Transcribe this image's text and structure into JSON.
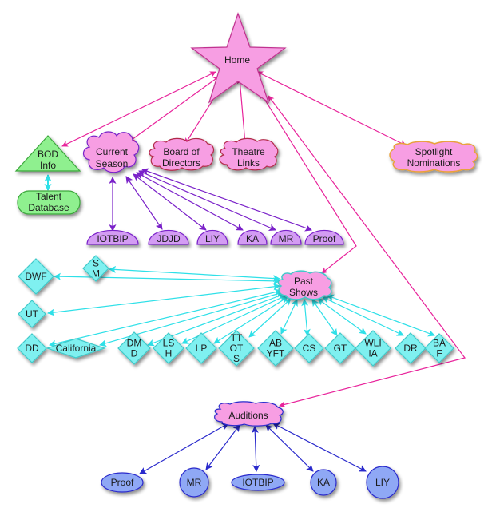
{
  "colors": {
    "pink_fill": "#f79ee3",
    "pink_stroke": "#d0339e",
    "magenta_edge": "#e8239b",
    "green_fill": "#8ff08f",
    "green_stroke": "#3aa63a",
    "purple_fill": "#d39cf3",
    "purple_stroke": "#7a21c9",
    "purple_edge": "#7a21c9",
    "cyan_fill": "#7ff0f0",
    "cyan_stroke": "#3fc9c9",
    "cyan_edge": "#2fe0e8",
    "blue_fill": "#8fa8f5",
    "blue_stroke": "#2a2acc",
    "blue_edge": "#2a2acc",
    "orange_stroke": "#e8a13a",
    "dark_red_stroke": "#b22b4a"
  },
  "nodes": {
    "home": {
      "label": [
        "Home"
      ]
    },
    "bod_info": {
      "label": [
        "BOD",
        "Info"
      ]
    },
    "talent_database": {
      "label": [
        "Talent",
        "Database"
      ]
    },
    "current_season": {
      "label": [
        "Current",
        "Season"
      ]
    },
    "board_of_directors": {
      "label": [
        "Board of",
        "Directors"
      ]
    },
    "theatre_links": {
      "label": [
        "Theatre",
        "Links"
      ]
    },
    "spotlight_nominations": {
      "label": [
        "Spotlight",
        "Nominations"
      ]
    },
    "season_shows": [
      {
        "id": "iotbip",
        "label": "IOTBIP"
      },
      {
        "id": "jdjd",
        "label": "JDJD"
      },
      {
        "id": "liy",
        "label": "LIY"
      },
      {
        "id": "ka",
        "label": "KA"
      },
      {
        "id": "mr",
        "label": "MR"
      },
      {
        "id": "proof",
        "label": "Proof"
      }
    ],
    "past_shows": {
      "label": [
        "Past",
        "Shows"
      ]
    },
    "past_show_items": [
      {
        "id": "dwf",
        "label": [
          "DWF"
        ]
      },
      {
        "id": "sm",
        "label": [
          "S",
          "M"
        ]
      },
      {
        "id": "ut",
        "label": [
          "UT"
        ]
      },
      {
        "id": "dd",
        "label": [
          "DD"
        ]
      },
      {
        "id": "california",
        "label": [
          "California"
        ]
      },
      {
        "id": "dmd",
        "label": [
          "DM",
          "D"
        ]
      },
      {
        "id": "lsh",
        "label": [
          "LS",
          "H"
        ]
      },
      {
        "id": "lp",
        "label": [
          "LP"
        ]
      },
      {
        "id": "ttots",
        "label": [
          "TT",
          "OT",
          "S"
        ]
      },
      {
        "id": "abyft",
        "label": [
          "AB",
          "YFT"
        ]
      },
      {
        "id": "cs",
        "label": [
          "CS"
        ]
      },
      {
        "id": "gt",
        "label": [
          "GT"
        ]
      },
      {
        "id": "wliia",
        "label": [
          "WLI",
          "IA"
        ]
      },
      {
        "id": "dr",
        "label": [
          "DR"
        ]
      },
      {
        "id": "baf",
        "label": [
          "BA",
          "F"
        ]
      }
    ],
    "auditions": {
      "label": [
        "Auditions"
      ]
    },
    "audition_items": [
      {
        "id": "proof",
        "label": "Proof"
      },
      {
        "id": "mr",
        "label": "MR"
      },
      {
        "id": "iotbip",
        "label": "IOTBIP"
      },
      {
        "id": "ka",
        "label": "KA"
      },
      {
        "id": "liy",
        "label": "LIY"
      }
    ]
  }
}
